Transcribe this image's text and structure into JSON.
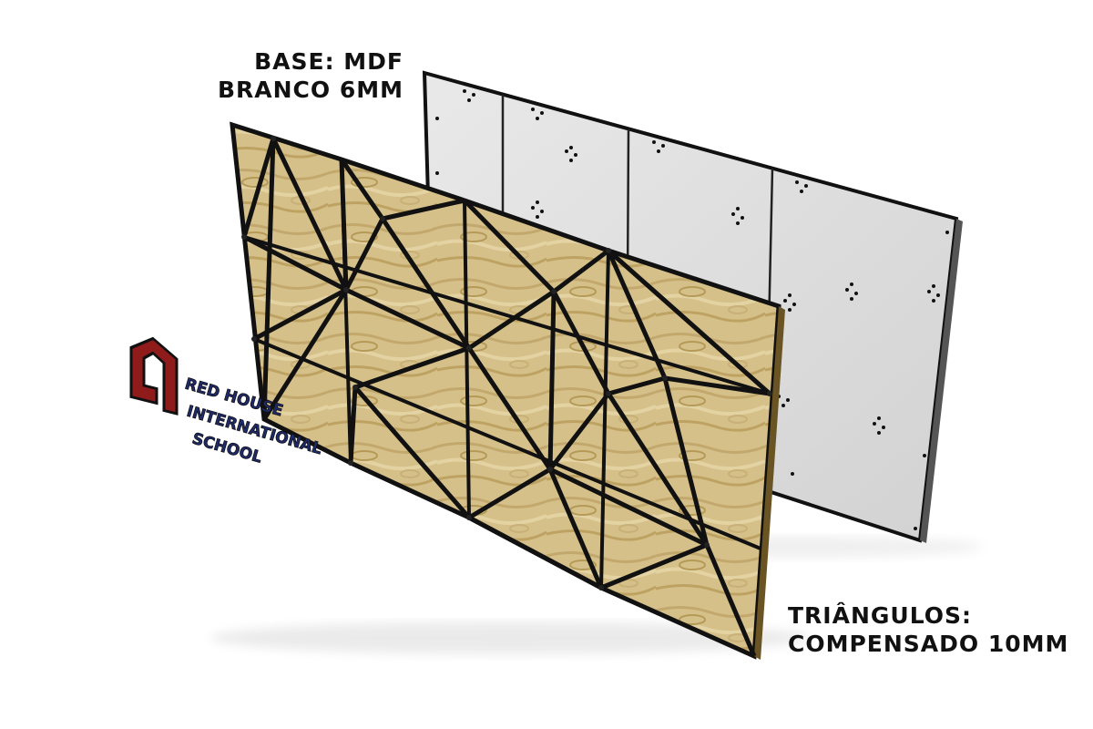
{
  "labels": {
    "base_line1": "BASE: MDF",
    "base_line2": "BRANCO 6MM",
    "triangles_line1": "TRIÂNGULOS:",
    "triangles_line2": "COMPENSADO 10MM"
  },
  "logo": {
    "line1": "RED HOUSE",
    "line2": "INTERNATIONAL",
    "line3": "SCHOOL",
    "icon": "red-house-logo-icon"
  },
  "colors": {
    "plywood": "#d9c48f",
    "plywood_grain": "#b89c5c",
    "mdf": "#dcdcdc",
    "frame": "#111111",
    "logo_red": "#8f1b1b",
    "logo_text": "#1f2a6b"
  }
}
